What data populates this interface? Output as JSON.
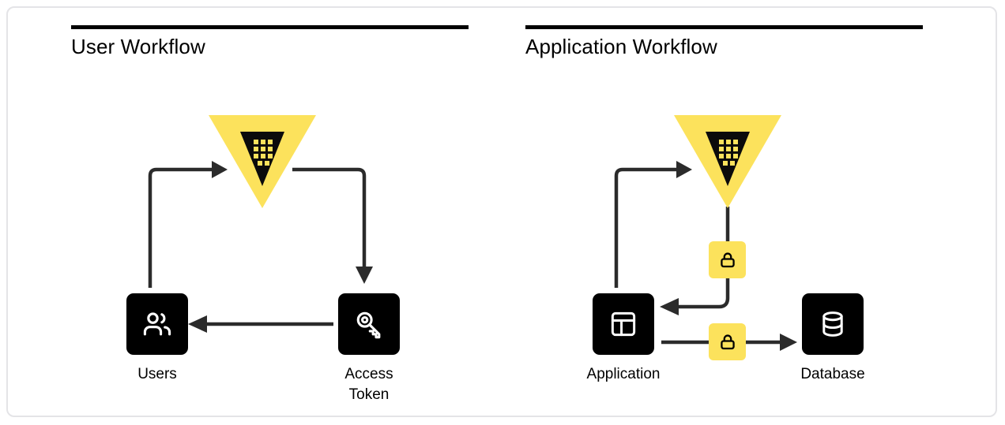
{
  "diagram": {
    "title_left": "User Workflow",
    "title_right": "Application Workflow",
    "accent_yellow": "#FCE25C",
    "ink": "#000000",
    "wire_color": "#2b2b2b",
    "border_color": "#e4e4e7",
    "background": "#ffffff"
  },
  "panels": [
    {
      "id": "user-workflow",
      "title": "User Workflow",
      "nodes": [
        {
          "id": "vault-user",
          "label": "",
          "icon": "vault-triangle-icon",
          "kind": "logo"
        },
        {
          "id": "users",
          "label": "Users",
          "icon": "users-icon",
          "kind": "tile"
        },
        {
          "id": "access-token",
          "label": "Access\nToken",
          "icon": "key-icon",
          "kind": "tile"
        }
      ],
      "edges": [
        {
          "from": "users",
          "to": "vault-user",
          "direction": "right",
          "style": "elbow-up-right"
        },
        {
          "from": "vault-user",
          "to": "access-token",
          "direction": "down",
          "style": "elbow-right-down"
        },
        {
          "from": "access-token",
          "to": "users",
          "direction": "left",
          "style": "straight"
        }
      ]
    },
    {
      "id": "application-workflow",
      "title": "Application Workflow",
      "nodes": [
        {
          "id": "vault-app",
          "label": "",
          "icon": "vault-triangle-icon",
          "kind": "logo"
        },
        {
          "id": "application",
          "label": "Application",
          "icon": "layout-icon",
          "kind": "tile"
        },
        {
          "id": "database",
          "label": "Database",
          "icon": "database-icon",
          "kind": "tile"
        },
        {
          "id": "lock-upper",
          "label": "",
          "icon": "lock-icon",
          "kind": "badge"
        },
        {
          "id": "lock-lower",
          "label": "",
          "icon": "lock-icon",
          "kind": "badge"
        }
      ],
      "edges": [
        {
          "from": "application",
          "to": "vault-app",
          "direction": "right",
          "style": "elbow-up-right"
        },
        {
          "from": "vault-app",
          "to": "application",
          "direction": "left",
          "style": "elbow-down-left",
          "through": "lock-upper"
        },
        {
          "from": "application",
          "to": "database",
          "direction": "right",
          "style": "straight",
          "through": "lock-lower"
        }
      ]
    }
  ],
  "labels": {
    "users": "Users",
    "access_token": "Access\nToken",
    "application": "Application",
    "database": "Database"
  }
}
